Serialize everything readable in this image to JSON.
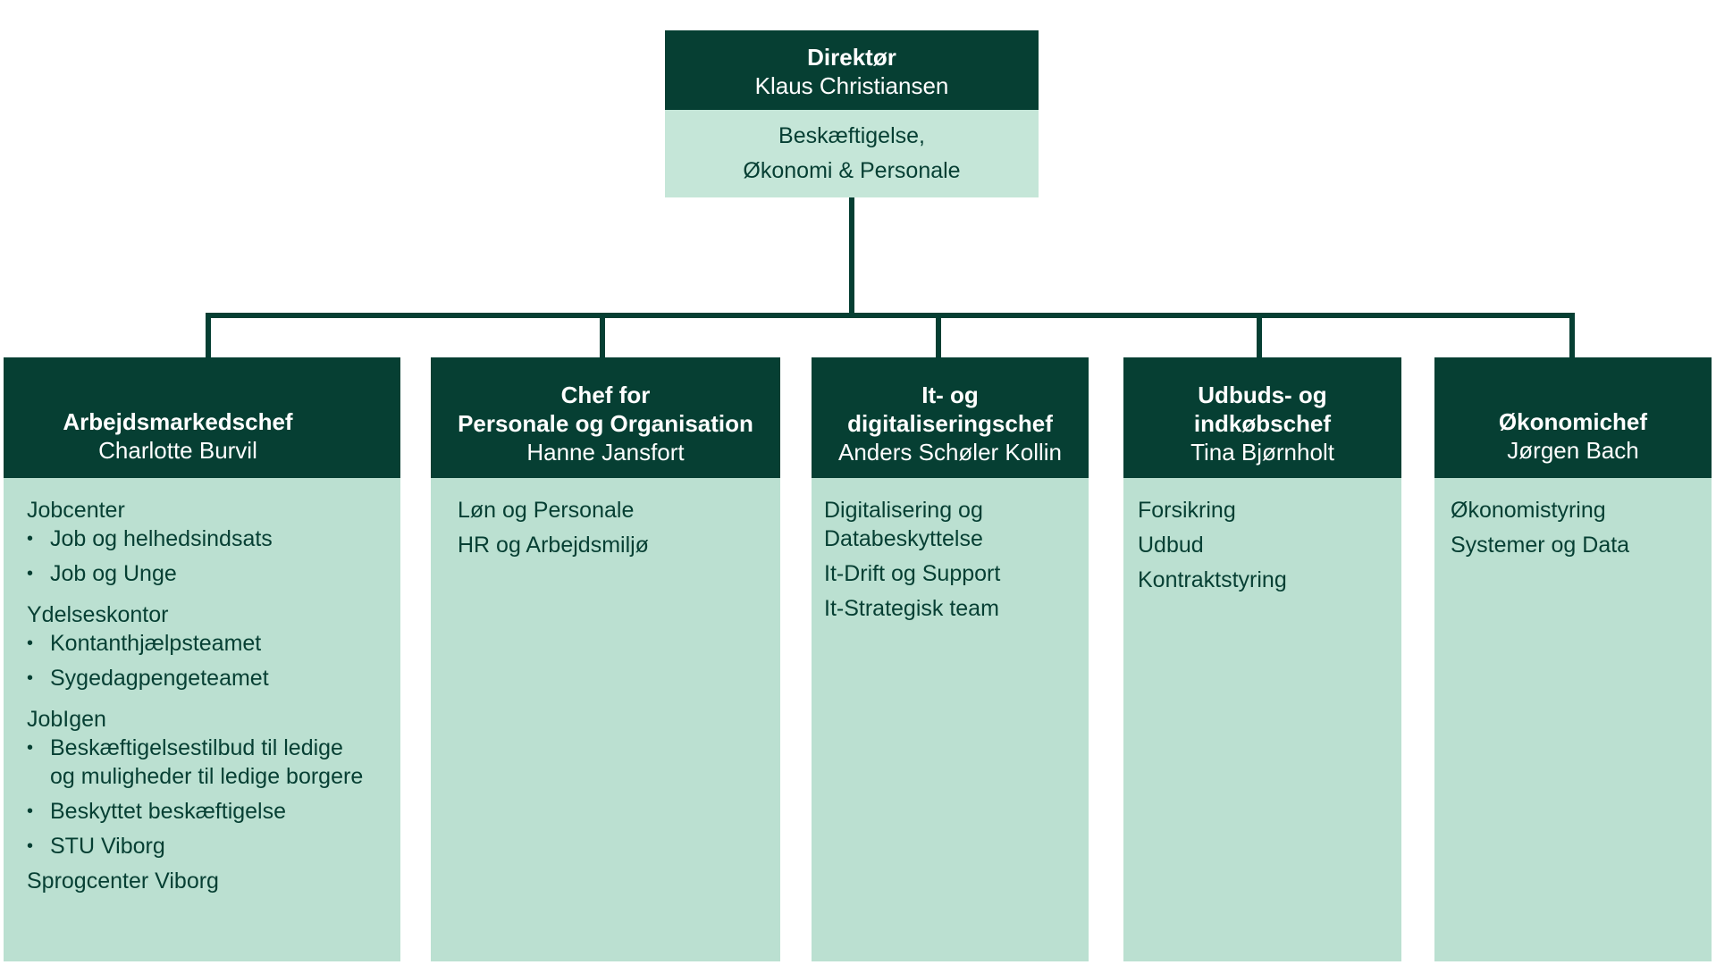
{
  "colors": {
    "dark_green": "#063F33",
    "light_green": "#BBE0D1",
    "director_light": "#C5E6D8",
    "text_on_dark": "#FFFFFF"
  },
  "director": {
    "title": "Direktør",
    "name": "Klaus Christiansen",
    "area_line1": "Beskæftigelse,",
    "area_line2": "Økonomi & Personale"
  },
  "units": [
    {
      "title": "Arbejdsmarkedschef",
      "name": "Charlotte Burvil",
      "groups": [
        {
          "title": "Jobcenter",
          "items": [
            "Job og helhedsindsats",
            "Job og Unge"
          ]
        },
        {
          "title": "Ydelseskontor",
          "items": [
            "Kontanthjælpsteamet",
            "Sygedagpengeteamet"
          ]
        },
        {
          "title": "JobIgen",
          "items": [
            "Beskæftigelsestilbud til ledige og muligheder til ledige borgere",
            "Beskyttet beskæftigelse",
            "STU Viborg"
          ]
        }
      ],
      "standalone": "Sprogcenter Viborg"
    },
    {
      "title_line1": "Chef for",
      "title_line2": "Personale og Organisation",
      "name": "Hanne Jansfort",
      "items": [
        "Løn og Personale",
        "HR og Arbejdsmiljø"
      ]
    },
    {
      "title_line1": "It- og",
      "title_line2": "digitaliseringschef",
      "name": "Anders Schøler Kollin",
      "items": [
        "Digitalisering og Databeskyttelse",
        "It-Drift og Support",
        "It-Strategisk team"
      ]
    },
    {
      "title_line1": "Udbuds- og",
      "title_line2": "indkøbschef",
      "name": "Tina Bjørnholt",
      "items": [
        "Forsikring",
        "Udbud",
        "Kontraktstyring"
      ]
    },
    {
      "title": "Økonomichef",
      "name": "Jørgen Bach",
      "items": [
        "Økonomistyring",
        "Systemer og Data"
      ]
    }
  ],
  "bullet_glyph": "•"
}
